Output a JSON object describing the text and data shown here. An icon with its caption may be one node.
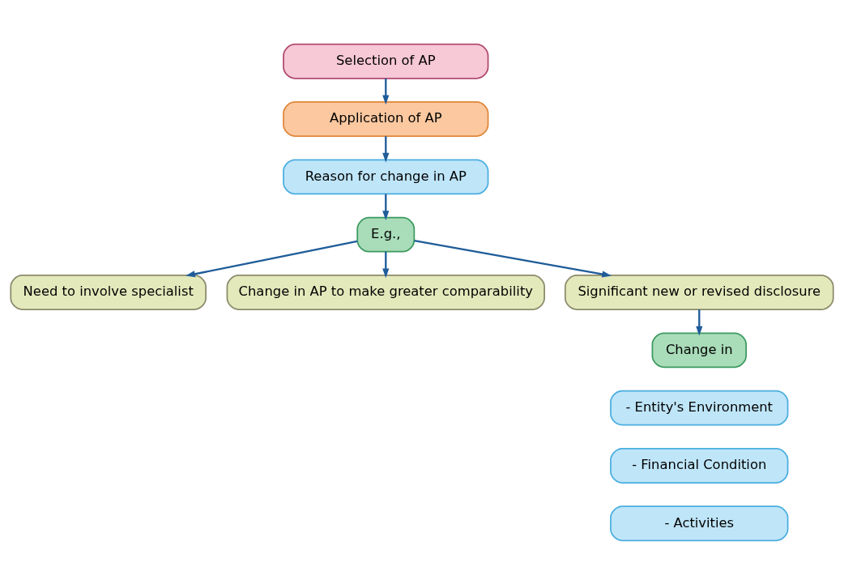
{
  "diagram": {
    "nodes": [
      {
        "text": [
          "Selection of AP"
        ]
      },
      {
        "text": [
          "Application of AP"
        ]
      },
      {
        "text": [
          "Reason for change in AP"
        ]
      },
      {
        "text": [
          "E.g.,"
        ]
      },
      {
        "text": [
          "Need to involve specialist"
        ]
      },
      {
        "text": [
          "Change in AP to make greater comparability"
        ]
      },
      {
        "text": [
          "Significant new or revised disclosure"
        ]
      },
      {
        "text": [
          "Change in"
        ]
      },
      {
        "text": [
          "- Entity's Environment"
        ]
      },
      {
        "text": [
          "- Financial Condition"
        ]
      },
      {
        "text": [
          "- Activities"
        ]
      }
    ],
    "edges": [
      {
        "from": 0,
        "to": 1,
        "arrow": "to"
      },
      {
        "from": 1,
        "to": 2,
        "arrow": "to"
      },
      {
        "from": 2,
        "to": 3,
        "arrow": "to"
      },
      {
        "from": 3,
        "to": 4,
        "arrow": "to"
      },
      {
        "from": 3,
        "to": 5,
        "arrow": "to"
      },
      {
        "from": 3,
        "to": 6,
        "arrow": "to"
      },
      {
        "from": 6,
        "to": 7,
        "arrow": "to"
      }
    ]
  }
}
